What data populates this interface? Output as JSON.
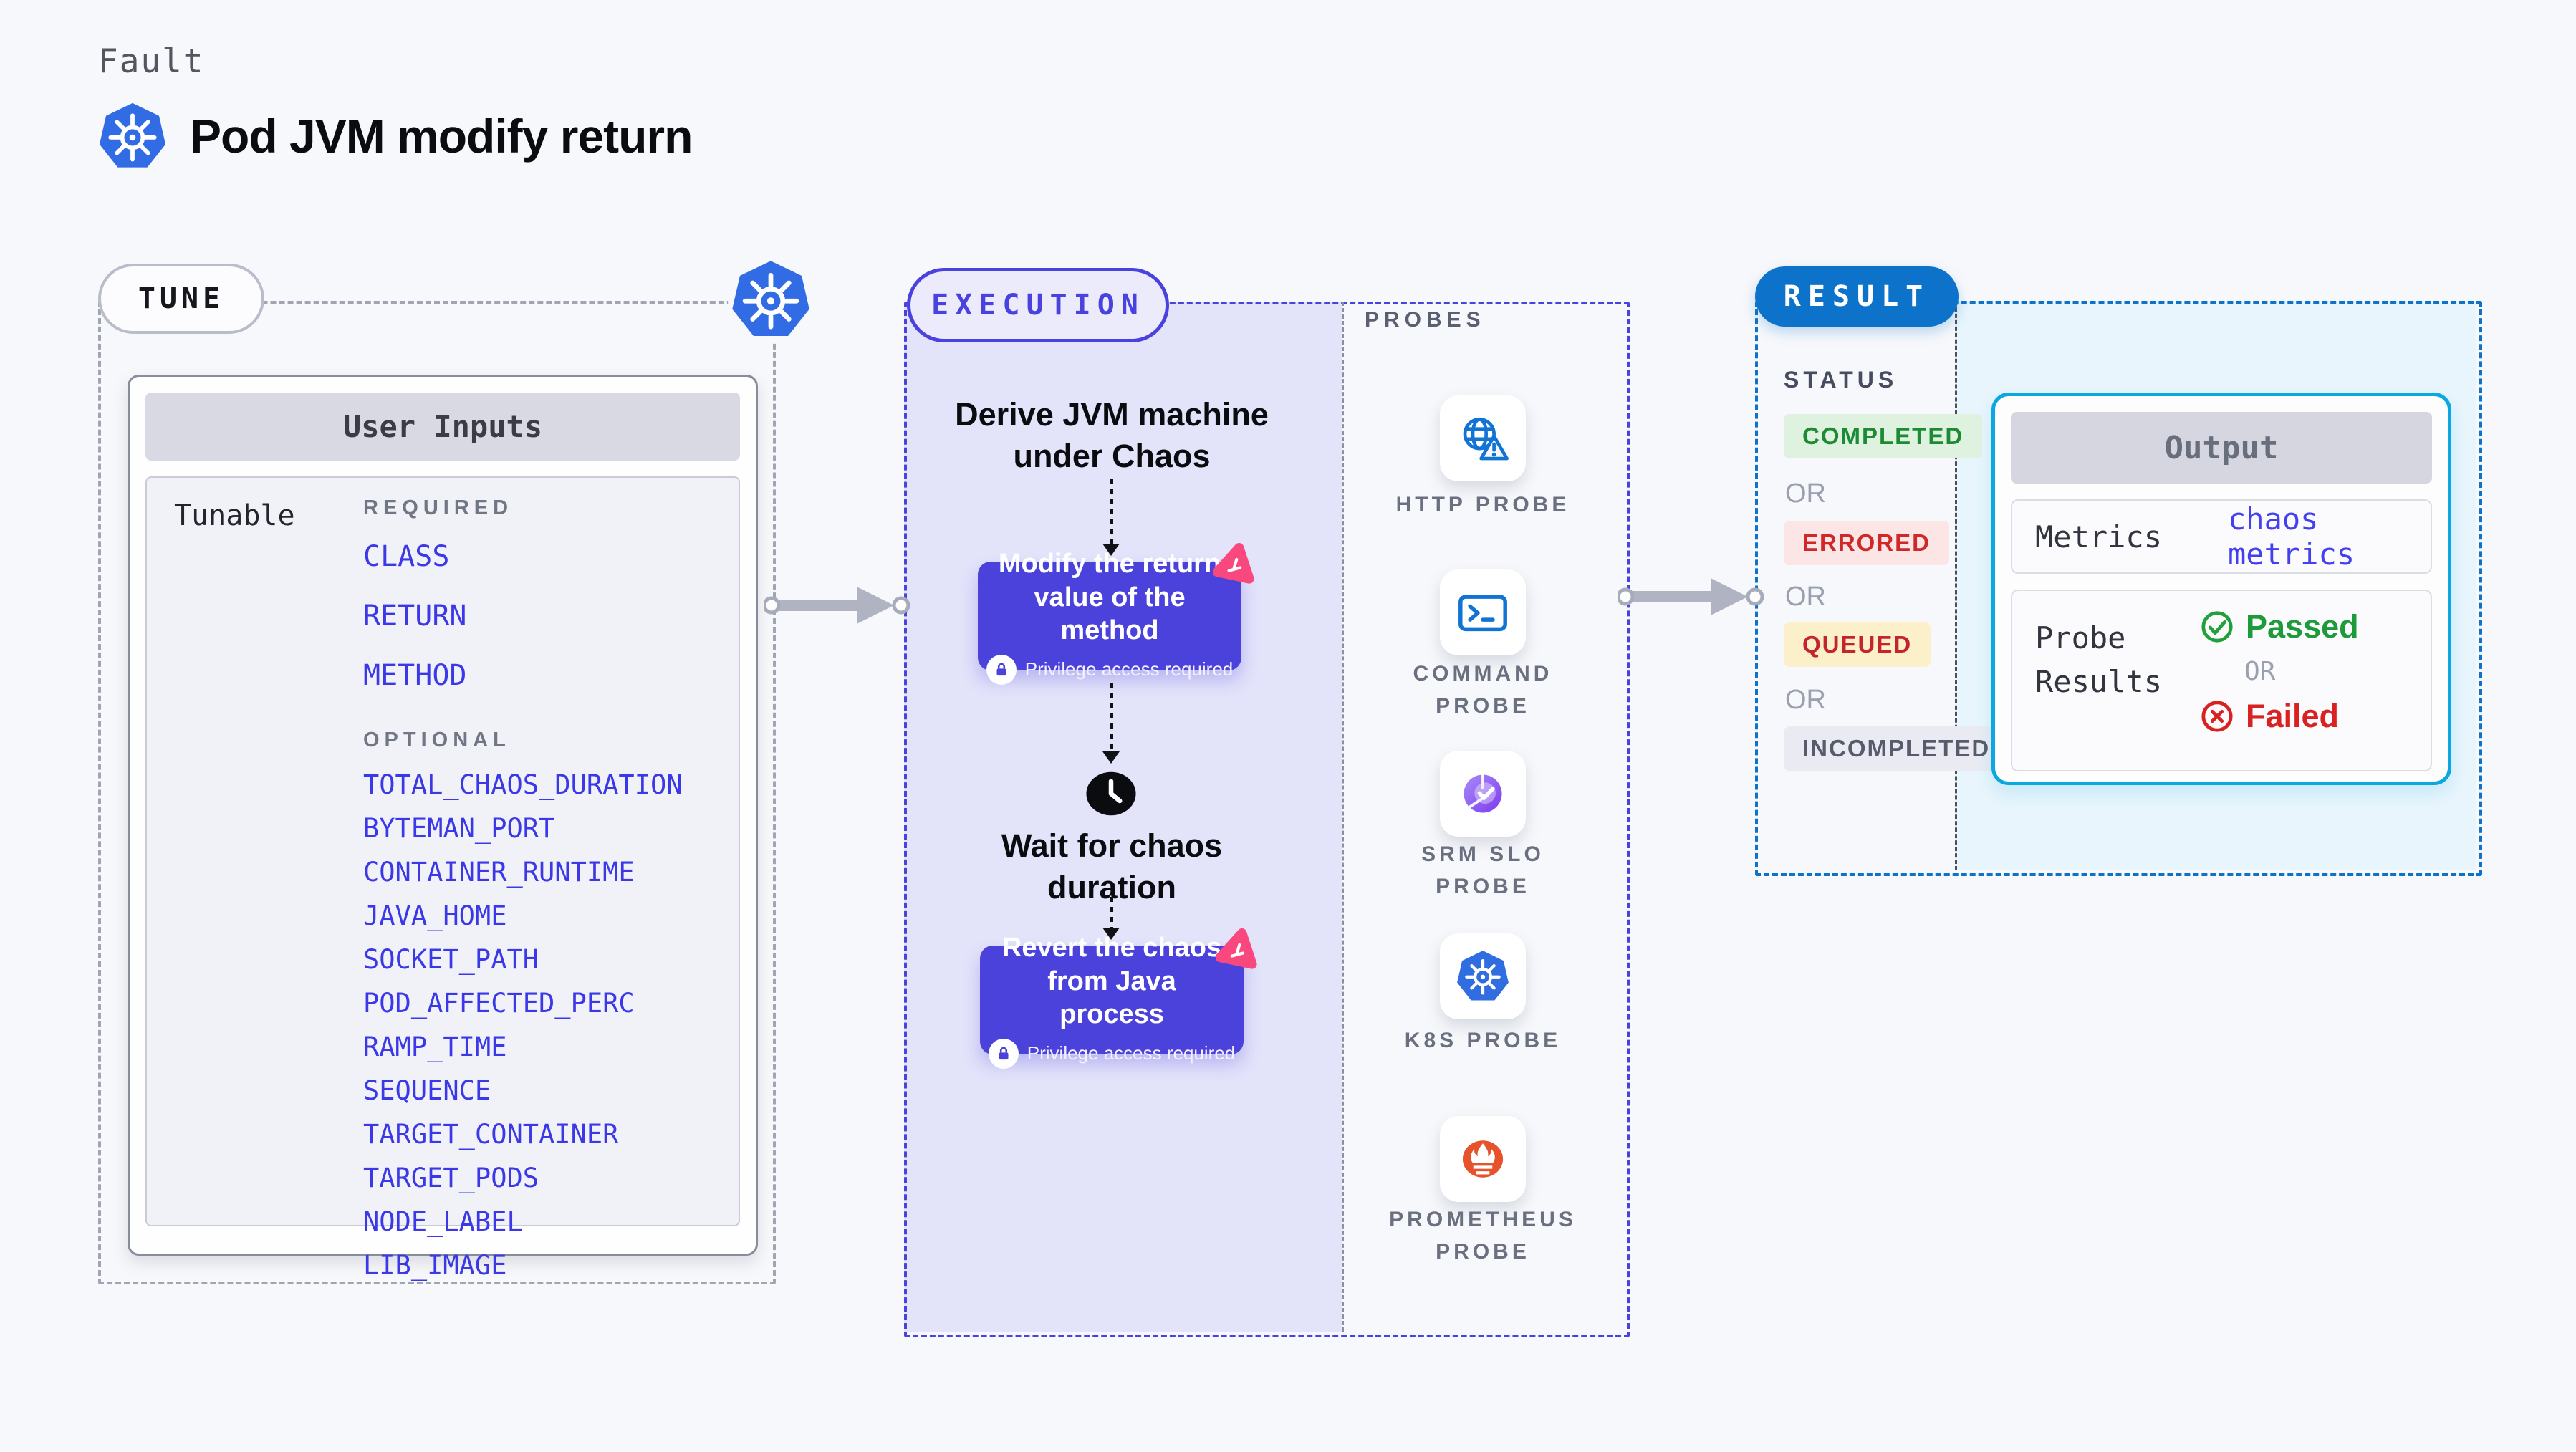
{
  "header": {
    "category": "Fault",
    "title": "Pod JVM modify return"
  },
  "tune": {
    "label": "TUNE",
    "card_title": "User Inputs",
    "row_label": "Tunable",
    "required_label": "REQUIRED",
    "required_items": [
      "CLASS",
      "RETURN",
      "METHOD"
    ],
    "optional_label": "OPTIONAL",
    "optional_items": [
      "TOTAL_CHAOS_DURATION",
      "BYTEMAN_PORT",
      "CONTAINER_RUNTIME",
      "JAVA_HOME",
      "SOCKET_PATH",
      "POD_AFFECTED_PERC",
      "RAMP_TIME",
      "SEQUENCE",
      "TARGET_CONTAINER",
      "TARGET_PODS",
      "NODE_LABEL",
      "LIB_IMAGE"
    ]
  },
  "execution": {
    "label": "EXECUTION",
    "derive_step": "Derive JVM machine under Chaos",
    "modify_step": "Modify the return value of the method",
    "wait_step": "Wait for chaos duration",
    "revert_step": "Revert the chaos from Java process",
    "privilege_badge": "Privilege access required"
  },
  "probes": {
    "label": "PROBES",
    "items": [
      "HTTP PROBE",
      "COMMAND PROBE",
      "SRM SLO PROBE",
      "K8S PROBE",
      "PROMETHEUS PROBE"
    ]
  },
  "result": {
    "label": "RESULT",
    "status_label": "STATUS",
    "or_label": "OR",
    "statuses": [
      "COMPLETED",
      "ERRORED",
      "QUEUED",
      "INCOMPLETED"
    ],
    "output": {
      "title": "Output",
      "metrics_label": "Metrics",
      "metrics_value": "chaos metrics",
      "probe_results_label": "Probe Results",
      "passed": "Passed",
      "failed": "Failed"
    }
  },
  "colors": {
    "background": "#F7F8FB",
    "kubernetes_blue": "#326CE5",
    "execution_indigo": "#4A42DE",
    "execution_lavender": "#E3E3FA",
    "action_button_purple": "#4B42DC",
    "litmus_pink": "#F9487E",
    "input_item_blue": "#3B38E8",
    "result_blue": "#0D72CA",
    "output_border_cyan": "#0BA7E1",
    "result_fill": "#E8F5FC",
    "completed_green": "#1D8A34",
    "errored_red": "#CE2828",
    "queued_yellow_bg": "#FBF0C9",
    "passed_green": "#1D9A3A",
    "failed_red": "#D92121",
    "probe_icon_blue": "#1173D4",
    "prometheus_orange": "#E6522C"
  }
}
